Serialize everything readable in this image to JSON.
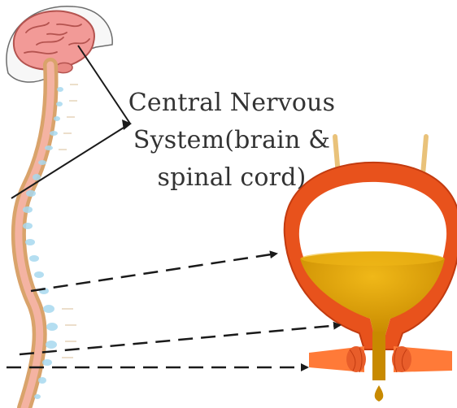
{
  "diagram": {
    "label_lines": [
      "Central Nervous",
      "System(brain &",
      "spinal cord)"
    ]
  },
  "colors": {
    "brain": "#f29a97",
    "brain_outline": "#b4534f",
    "spine_outer": "#d9a36b",
    "spine_inner": "#f4b3a2",
    "vertebra": "#a8d9ef",
    "bladder_wall": "#e8521c",
    "bladder_wall_dark": "#c23b10",
    "urine": "#e0a100",
    "urine_dark": "#c88a00",
    "sphincter": "#ff7a38",
    "ureter": "#e9c27a",
    "arrow": "#1a1a1a"
  }
}
